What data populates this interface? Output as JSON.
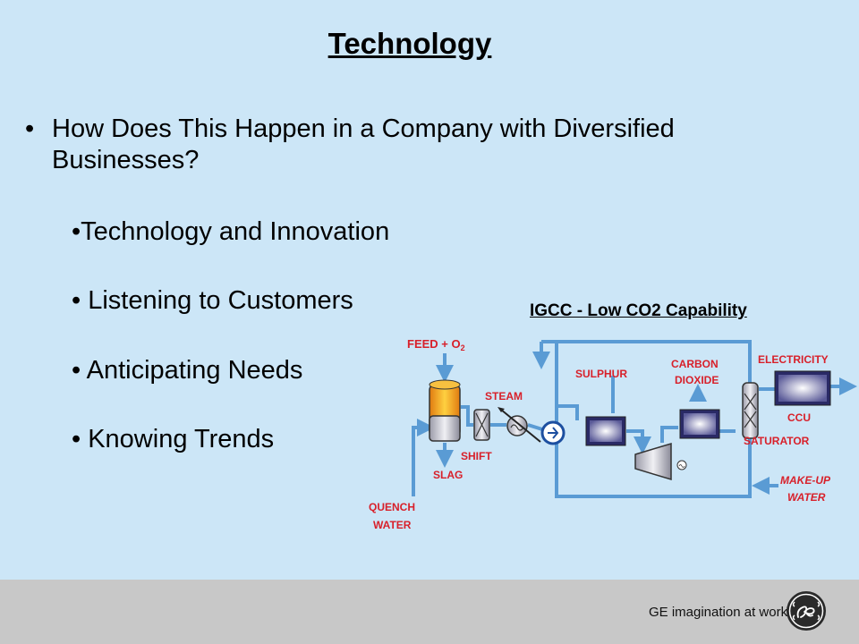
{
  "slide": {
    "title": "Technology",
    "main_bullet": "How Does This Happen in a Company with Diversified Businesses?",
    "bullet_symbol": "•",
    "sub_bullets": [
      "•Technology and Innovation",
      "• Listening to Customers",
      "• Anticipating Needs",
      "• Knowing Trends"
    ]
  },
  "diagram": {
    "title": "IGCC - Low CO2  Capability",
    "labels": {
      "feed": "FEED + O",
      "feed_sub": "2",
      "steam": "STEAM",
      "shift": "SHIFT",
      "slag": "SLAG",
      "quench_1": "QUENCH",
      "quench_2": "WATER",
      "sulphur": "SULPHUR",
      "carbon_1": "CARBON",
      "carbon_2": "DIOXIDE",
      "electricity": "ELECTRICITY",
      "ccu": "CCU",
      "saturator": "SATURATOR",
      "makeup_1": "MAKE-UP",
      "makeup_2": "WATER"
    },
    "colors": {
      "label_red": "#d8202a",
      "pipe_blue": "#5a9bd4",
      "gasifier_orange": "#f0a020"
    }
  },
  "footer": {
    "tagline": "GE imagination at work",
    "logo_icon": "ge-logo-icon"
  }
}
